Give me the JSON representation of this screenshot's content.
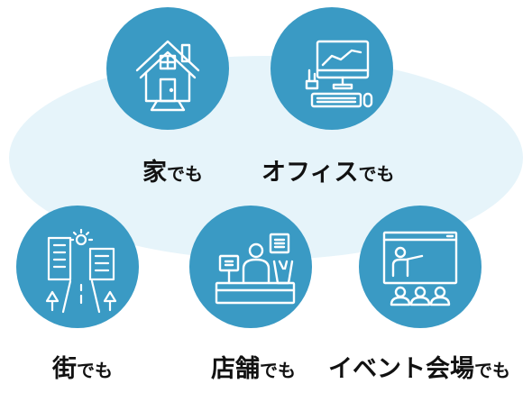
{
  "colors": {
    "circle": "#3a9ac4",
    "ellipse": "#e6f4fa",
    "icon_stroke": "#ffffff",
    "text": "#111111"
  },
  "items": [
    {
      "main": "家",
      "suffix": "でも",
      "icon": "house-icon"
    },
    {
      "main": "オフィス",
      "suffix": "でも",
      "icon": "office-computer-icon"
    },
    {
      "main": "街",
      "suffix": "でも",
      "icon": "city-street-icon"
    },
    {
      "main": "店舗",
      "suffix": "でも",
      "icon": "shop-counter-icon"
    },
    {
      "main": "イベント会場",
      "suffix": "でも",
      "icon": "presentation-audience-icon"
    }
  ]
}
